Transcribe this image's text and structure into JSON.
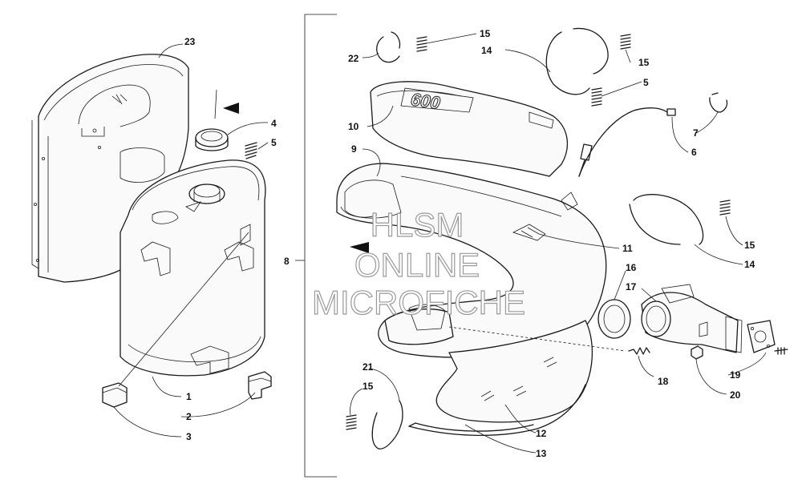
{
  "watermark": {
    "line1": "HLSM",
    "line2": "ONLINE",
    "line3": "MICROFICHE"
  },
  "callouts": {
    "c23": "23",
    "c4": "4",
    "c5a": "5",
    "c1": "1",
    "c2": "2",
    "c3": "3",
    "c8": "8",
    "c22": "22",
    "c15a": "15",
    "c14a": "14",
    "c15b": "15",
    "c10": "10",
    "c5b": "5",
    "c7": "7",
    "c6": "6",
    "c9": "9",
    "c11": "11",
    "c15c": "15",
    "c14b": "14",
    "c16": "16",
    "c17": "17",
    "c18": "18",
    "c19": "19",
    "c20": "20",
    "c21": "21",
    "c15d": "15",
    "c12": "12",
    "c13": "13"
  },
  "embossed_text": "600",
  "colors": {
    "line": "#1a1a1a",
    "watermark_stroke": "#9a9a9a",
    "background": "#ffffff"
  }
}
